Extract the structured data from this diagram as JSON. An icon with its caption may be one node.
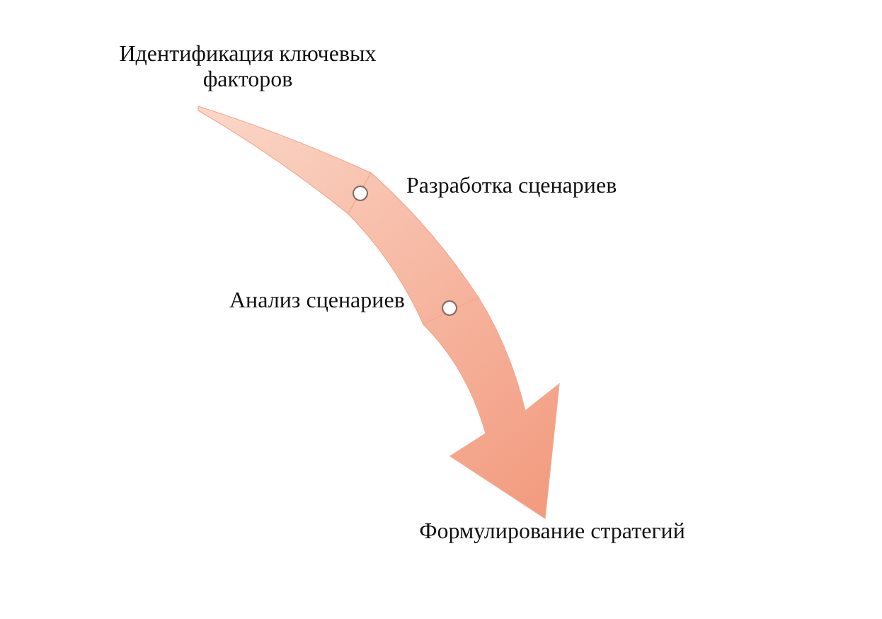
{
  "diagram": {
    "nodes": [
      {
        "text": [
          "Идентификация ключевых факторов"
        ]
      },
      {
        "text": [],
        "shape": "circle",
        "beside": [
          "Разработка сценариев"
        ]
      },
      {
        "text": [],
        "shape": "circle",
        "beside": [
          "Анализ сценариев"
        ]
      },
      {
        "text": [
          "Формулирование стратегий"
        ]
      }
    ],
    "edges": [
      {
        "from": 0,
        "to": 1,
        "arrow": "none"
      },
      {
        "from": 1,
        "to": 2,
        "arrow": "none"
      },
      {
        "from": 2,
        "to": 3,
        "arrow": "to"
      }
    ]
  }
}
